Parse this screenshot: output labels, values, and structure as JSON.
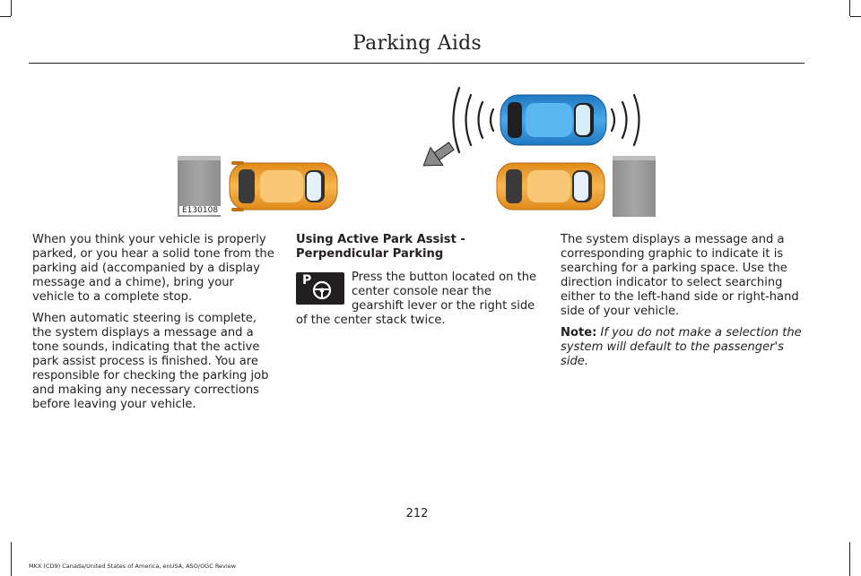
{
  "header": {
    "title": "Parking Aids"
  },
  "figure": {
    "code": "E130108",
    "icon": "active-park-assist-perpendicular-illustration"
  },
  "column1": {
    "paragraphs": [
      "When you think your vehicle is properly parked, or you hear a solid tone from the parking aid (accompanied by a display message and a chime), bring your vehicle to a complete stop.",
      "When automatic steering is complete, the system displays a message and a tone sounds, indicating that the active park assist process is finished. You are responsible for checking the parking job and making any necessary corrections before leaving your vehicle."
    ]
  },
  "column2": {
    "heading": "Using Active Park Assist - Perpendicular Parking",
    "button_icon": "park-assist-button-icon",
    "button_icon_letter": "P",
    "body": "Press the button located on the center console near the gearshift lever or the right side of the center stack twice."
  },
  "column3": {
    "paragraph": "The system displays a message and a corresponding graphic to indicate it is searching for a parking space. Use the direction indicator to select searching either to the left-hand side or right-hand side of your vehicle.",
    "note_label": "Note:",
    "note_text": "If you do not make a selection the system will default to the passenger's side."
  },
  "page_number": "212",
  "footer": "MKX (CD9) Canada/United States of America, enUSA, ASO/OGC Review",
  "colors": {
    "parked_car": "#f0a32e",
    "active_car": "#2b8fd6",
    "curb": "#9a9a9a",
    "text": "#231f20"
  }
}
